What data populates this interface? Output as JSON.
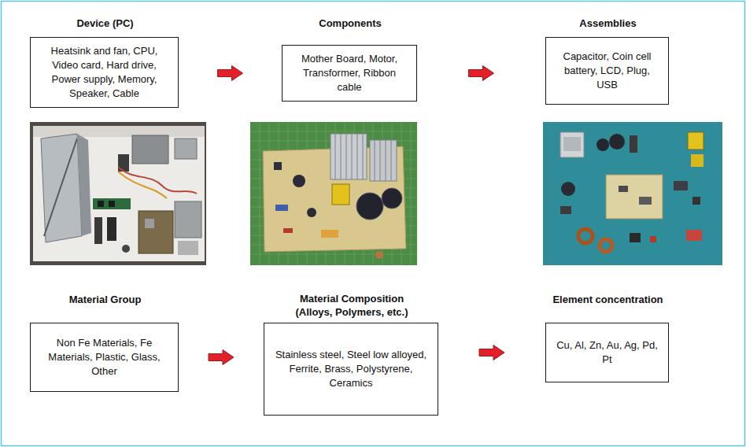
{
  "diagram": {
    "nodes": [
      {
        "text": [
          "Device (PC)",
          "Heatsink and fan, CPU, Video card, Hard drive, Power supply, Memory, Speaker, Cable"
        ]
      },
      {
        "text": [
          "Components",
          "Mother Board, Motor, Transformer, Ribbon cable"
        ]
      },
      {
        "text": [
          "Assemblies",
          "Capacitor, Coin cell battery, LCD, Plug, USB"
        ]
      },
      {
        "text": [
          "Material Group",
          "Non Fe Materials, Fe Materials, Plastic, Glass, Other"
        ]
      },
      {
        "text": [
          "Material Composition (Alloys, Polymers, etc.)",
          "Stainless steel, Steel low alloyed, Ferrite, Brass, Polystyrene, Ceramics"
        ]
      },
      {
        "text": [
          "Element concentration",
          "Cu, Al, Zn, Au, Ag, Pd, Pt"
        ]
      }
    ],
    "edges": [
      {
        "from": 0,
        "to": 1,
        "arrow": "to"
      },
      {
        "from": 1,
        "to": 2,
        "arrow": "to"
      },
      {
        "from": 3,
        "to": 4,
        "arrow": "to"
      },
      {
        "from": 4,
        "to": 5,
        "arrow": "to"
      }
    ]
  }
}
